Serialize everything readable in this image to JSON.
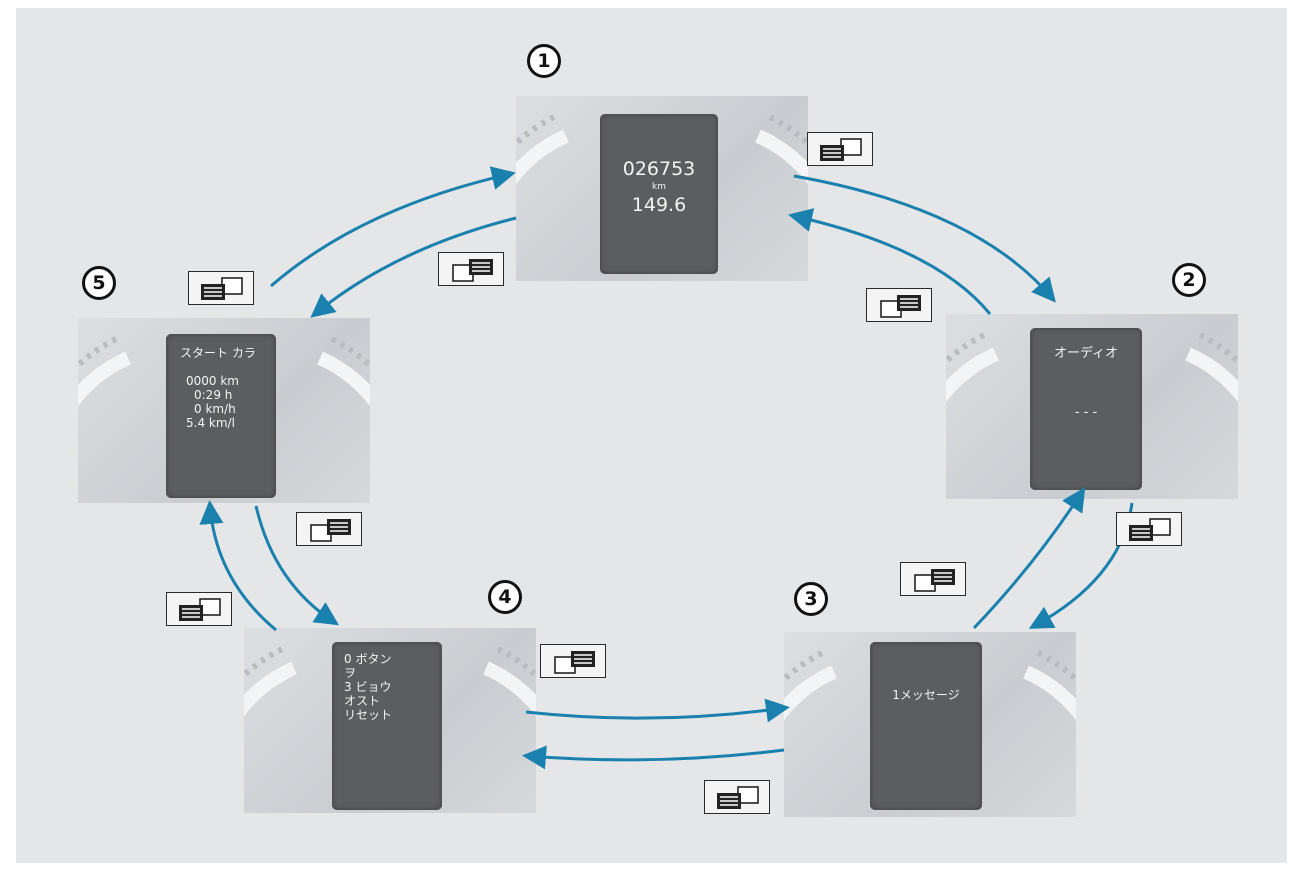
{
  "steps": [
    {
      "number": "1",
      "lines": [
        "026753",
        "km",
        "149.6"
      ]
    },
    {
      "number": "2",
      "lines": [
        "オーディオ",
        "- - -"
      ]
    },
    {
      "number": "3",
      "lines": [
        "1メッセージ"
      ]
    },
    {
      "number": "4",
      "lines": [
        "0 ボタン",
        "ヲ",
        "3 ビョウ",
        "オスト",
        "リセット"
      ]
    },
    {
      "number": "5",
      "lines": [
        "スタート カラ",
        "0000 km",
        "0:29 h",
        "0 km/h",
        "5.4 km/l"
      ]
    }
  ],
  "icons": {
    "forward": "page-forward-button-icon",
    "back": "page-back-button-icon"
  },
  "colors": {
    "arrow": "#1a80ad",
    "screen": "#5b5d60",
    "background": "#e4e6e8"
  }
}
